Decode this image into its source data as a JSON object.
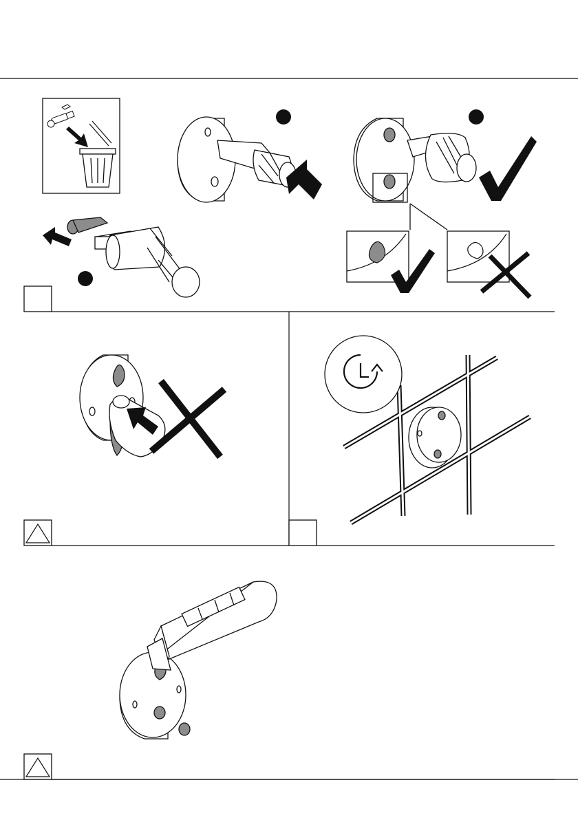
{
  "page": {
    "background": "#ffffff",
    "ink": "#111111",
    "sealant_fill": "#8c8c8c"
  },
  "panels": [
    {
      "id": "step-1",
      "badge": "square",
      "markers": [
        "black-dot",
        "black-dot",
        "black-dot"
      ],
      "icons": [
        "trash-bin-icon",
        "check-icon",
        "check-icon",
        "check-icon",
        "cross-icon"
      ]
    },
    {
      "id": "step-2",
      "badge": "warning-triangle",
      "icons": [
        "finger-icon",
        "cross-icon"
      ]
    },
    {
      "id": "step-3",
      "badge": "square",
      "icons": [
        "clock-rotate-icon",
        "tile-grid-icon"
      ]
    },
    {
      "id": "step-4",
      "badge": "warning-triangle",
      "icons": [
        "utility-knife-icon"
      ]
    }
  ]
}
